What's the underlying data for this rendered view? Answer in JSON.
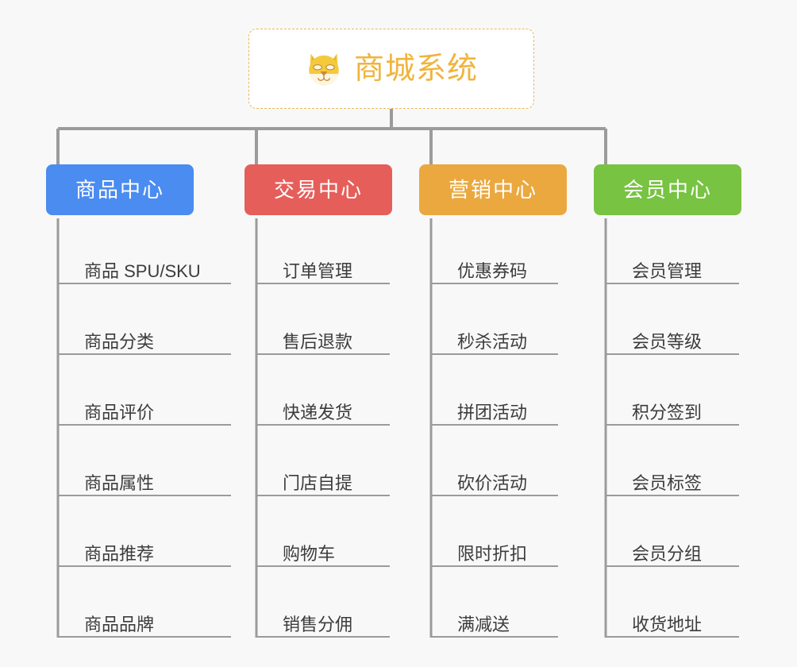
{
  "page": {
    "background_color": "#f8f8f8",
    "title": "商城系统 功能架构图"
  },
  "root": {
    "icon": "shiba-dog-face-icon",
    "label": "商城系统",
    "text_color": "#f0b43c",
    "border_color": "#eab85c",
    "background_color": "#ffffff"
  },
  "connector": {
    "color": "#9b9b9b"
  },
  "columns": [
    {
      "id": "product-center",
      "label": "商品中心",
      "color": "#4a8cf0",
      "items": [
        "商品 SPU/SKU",
        "商品分类",
        "商品评价",
        "商品属性",
        "商品推荐",
        "商品品牌"
      ]
    },
    {
      "id": "trade-center",
      "label": "交易中心",
      "color": "#e55e5a",
      "items": [
        "订单管理",
        "售后退款",
        "快递发货",
        "门店自提",
        "购物车",
        "销售分佣"
      ]
    },
    {
      "id": "marketing-center",
      "label": "营销中心",
      "color": "#eaa83f",
      "items": [
        "优惠券码",
        "秒杀活动",
        "拼团活动",
        "砍价活动",
        "限时折扣",
        "满减送"
      ]
    },
    {
      "id": "member-center",
      "label": "会员中心",
      "color": "#78c341",
      "items": [
        "会员管理",
        "会员等级",
        "积分签到",
        "会员标签",
        "会员分组",
        "收货地址"
      ]
    }
  ]
}
